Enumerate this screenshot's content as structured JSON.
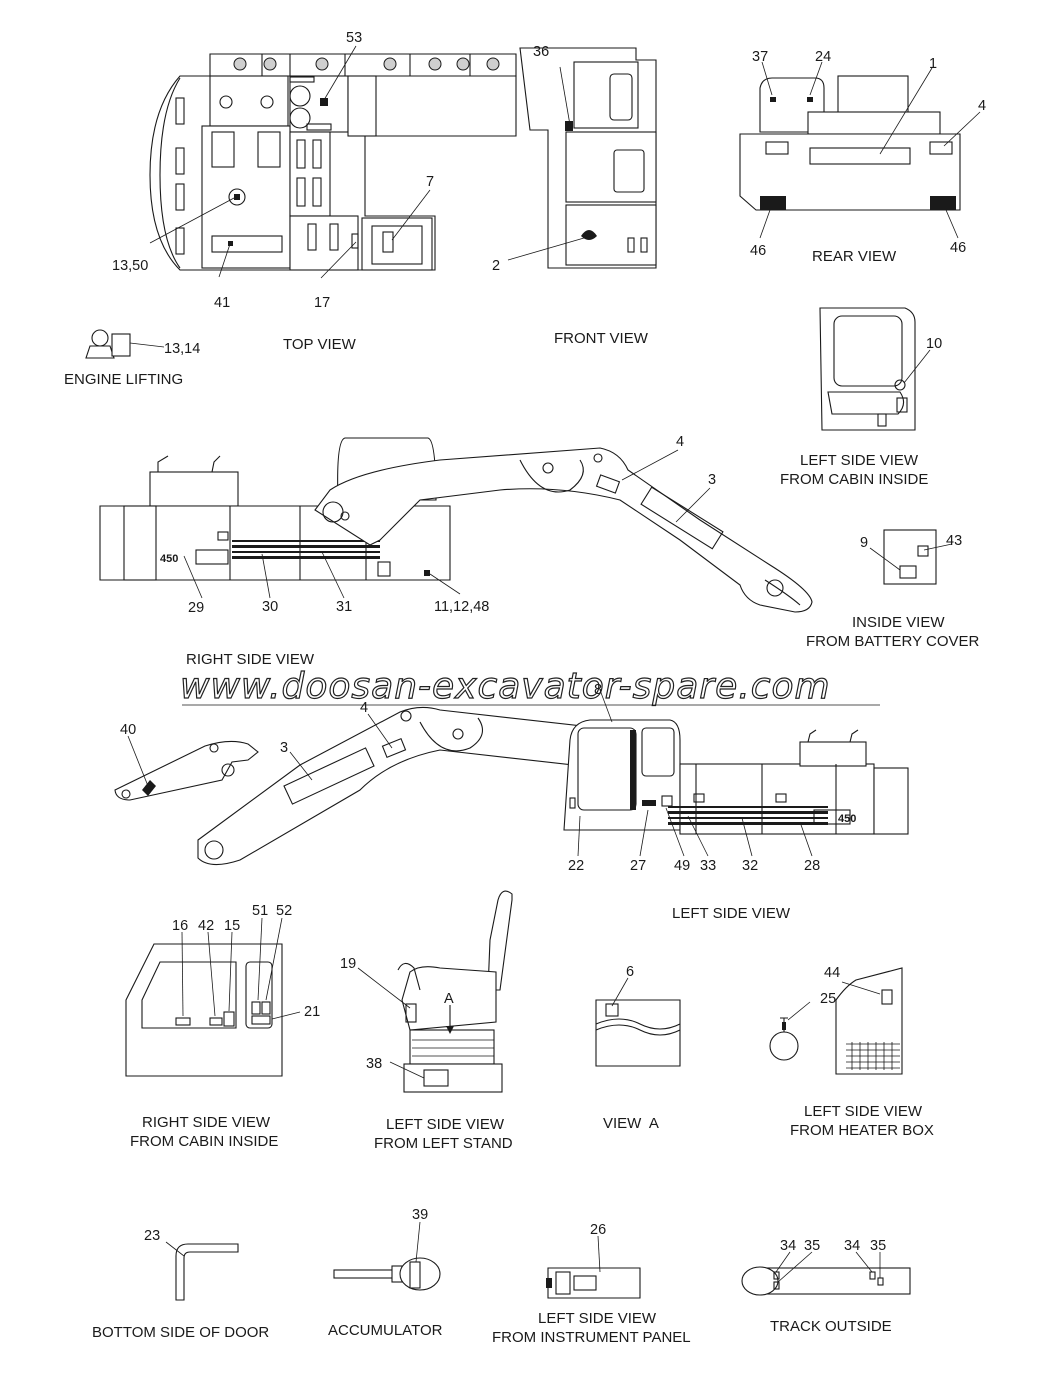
{
  "watermark": "www.doosan-excavator-spare.com",
  "views": {
    "top": "TOP VIEW",
    "front": "FRONT VIEW",
    "rear": "REAR VIEW",
    "engine_lifting": "ENGINE LIFTING",
    "left_cabin_inside_1": "LEFT SIDE VIEW",
    "left_cabin_inside_2": "FROM CABIN INSIDE",
    "inside_battery_1": "INSIDE VIEW",
    "inside_battery_2": "FROM BATTERY COVER",
    "right_side": "RIGHT SIDE VIEW",
    "left_side": "LEFT SIDE VIEW",
    "right_cabin_inside_1": "RIGHT SIDE VIEW",
    "right_cabin_inside_2": "FROM CABIN INSIDE",
    "left_stand_1": "LEFT SIDE VIEW",
    "left_stand_2": "FROM LEFT STAND",
    "view_a": "VIEW  A",
    "heater_1": "LEFT SIDE VIEW",
    "heater_2": "FROM HEATER BOX",
    "door_bottom": "BOTTOM SIDE OF DOOR",
    "accumulator": "ACCUMULATOR",
    "instrument_1": "LEFT SIDE VIEW",
    "instrument_2": "FROM INSTRUMENT PANEL",
    "track_outside": "TRACK OUTSIDE"
  },
  "model_badge": "450",
  "callouts": {
    "top": [
      "53",
      "7",
      "13,50",
      "41",
      "17",
      "13,14"
    ],
    "front": [
      "36",
      "2"
    ],
    "rear": [
      "37",
      "24",
      "1",
      "4",
      "46",
      "46"
    ],
    "cabin_left": [
      "10"
    ],
    "battery": [
      "9",
      "43"
    ],
    "right_side": [
      "4",
      "3",
      "29",
      "30",
      "31",
      "11,12,48"
    ],
    "left_side": [
      "40",
      "3",
      "4",
      "8",
      "22",
      "27",
      "49",
      "33",
      "32",
      "28"
    ],
    "cabin_right": [
      "16",
      "42",
      "15",
      "51",
      "52",
      "21"
    ],
    "stand": [
      "19",
      "A",
      "38"
    ],
    "view_a": [
      "6"
    ],
    "heater": [
      "44",
      "25"
    ],
    "bottom": [
      "23",
      "39",
      "26",
      "34",
      "35",
      "34",
      "35"
    ]
  }
}
